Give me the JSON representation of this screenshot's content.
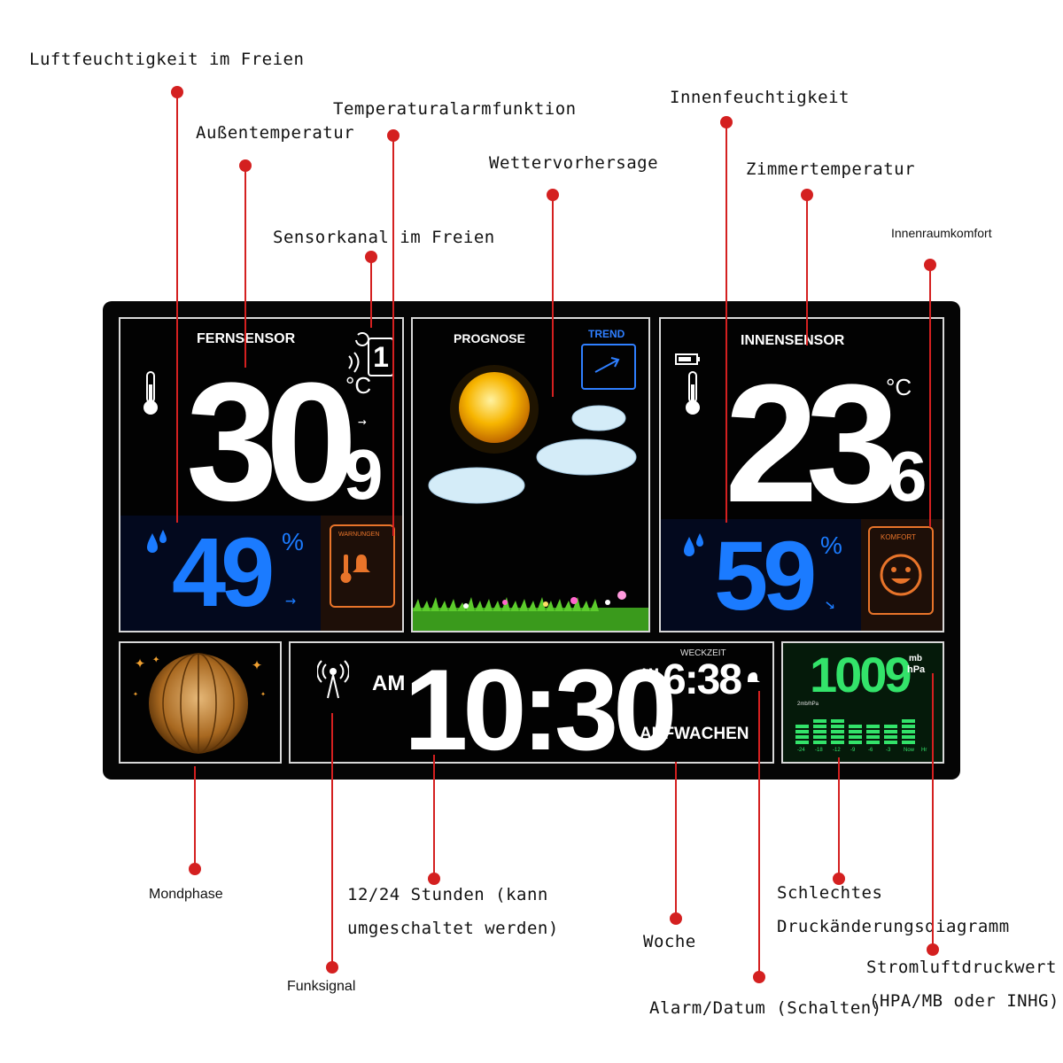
{
  "callouts": {
    "outdoor_humidity": "Luftfeuchtigkeit im Freien",
    "alarm_function": "Temperaturalarmfunktion",
    "outdoor_temp": "Außentemperatur",
    "forecast": "Wettervorhersage",
    "indoor_humidity": "Innenfeuchtigkeit",
    "room_temp": "Zimmertemperatur",
    "sensor_channel": "Sensorkanal im Freien",
    "indoor_comfort": "Innenraumkomfort",
    "moon_phase": "Mondphase",
    "hours_line1": "12/24 Stunden (kann",
    "hours_line2": "umgeschaltet werden)",
    "radio_signal": "Funksignal",
    "week": "Woche",
    "pressure_line1": "Schlechtes",
    "pressure_line2": "Druckänderungsdiagramm",
    "baro_line1": "Stromluftdruckwert",
    "baro_line2": "(HPA/MB oder INHG)",
    "alarm_date": "Alarm/Datum (Schalten)"
  },
  "display": {
    "remote_header": "FERNSENSOR",
    "outdoor_temp_int": "30",
    "outdoor_temp_dec": "9",
    "temp_unit": "°C",
    "channel": "1",
    "outdoor_humidity": "49",
    "humidity_unit": "%",
    "alarm_box_label": "WARNUNGEN",
    "forecast_header": "PROGNOSE",
    "trend_label": "TREND",
    "indoor_header": "INNENSENSOR",
    "indoor_temp_int": "23",
    "indoor_temp_dec": "6",
    "indoor_humidity": "59",
    "comfort_label": "KOMFORT",
    "am_label": "AM",
    "time": "10:30",
    "alarm_caption": "WECKZEIT",
    "alarm_am": "AM",
    "alarm_time": "6:38",
    "weekday": "AUFWACHEN",
    "pressure_value": "1009",
    "pressure_unit_1": "mb",
    "pressure_unit_2": "hPa",
    "pressure_hist_label": "2mb/hPa",
    "hist_ticks": [
      "-24",
      "-18",
      "-12",
      "-9",
      "-6",
      "-3",
      "Now",
      "Hr"
    ]
  },
  "colors": {
    "humidity": "#1b7bff",
    "pressure": "#33e36a",
    "warning": "#e8742a",
    "leader": "#d42020"
  }
}
